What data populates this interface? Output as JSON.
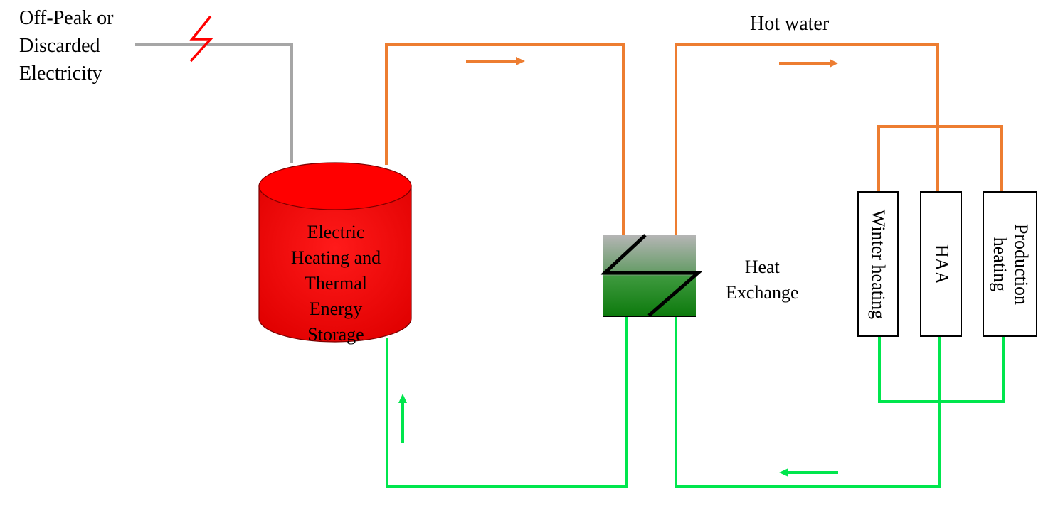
{
  "diagram": {
    "source_label_lines": [
      "Off-Peak or",
      "Discarded",
      "Electricity"
    ],
    "hot_water_label": "Hot water",
    "tank": {
      "label_lines": [
        "Electric",
        "Heating and",
        "Thermal",
        "Energy",
        "Storage"
      ],
      "color": "#ff0000"
    },
    "heat_exchanger": {
      "label_lines": [
        "Heat",
        "Exchange"
      ]
    },
    "consumers": [
      {
        "label": "Winter heating"
      },
      {
        "label": "HAA"
      },
      {
        "label": "Production heating"
      }
    ],
    "colors": {
      "electric_line": "#a6a6a6",
      "lightning": "#ff0000",
      "hot_line": "#ed7d31",
      "cold_line": "#00e64d"
    },
    "flows": {
      "hot_direction": "right",
      "return_direction_right_loop": "left",
      "return_direction_left_loop": "up"
    }
  }
}
